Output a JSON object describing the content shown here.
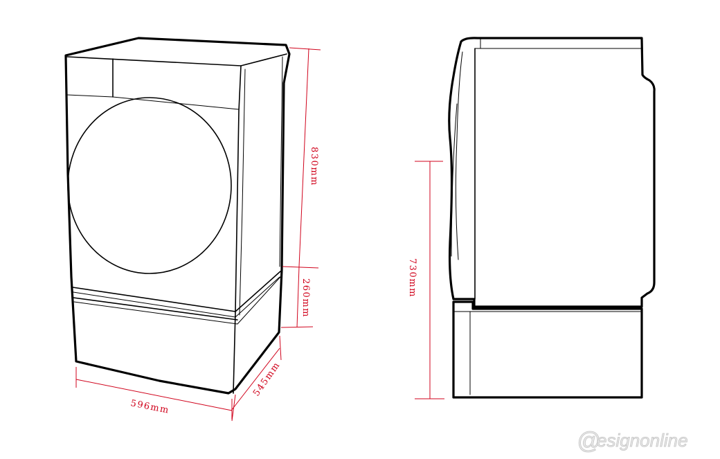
{
  "dimensions": {
    "width": "596mm",
    "depth": "545mm",
    "dryer_height": "830mm",
    "pedestal_height": "260mm",
    "side_height": "730mm"
  },
  "watermark": {
    "at": "@",
    "text": "esignonline"
  },
  "colors": {
    "dimension": "#d0021b",
    "outline": "#000000",
    "watermark_fill": "#e9e9e9"
  }
}
